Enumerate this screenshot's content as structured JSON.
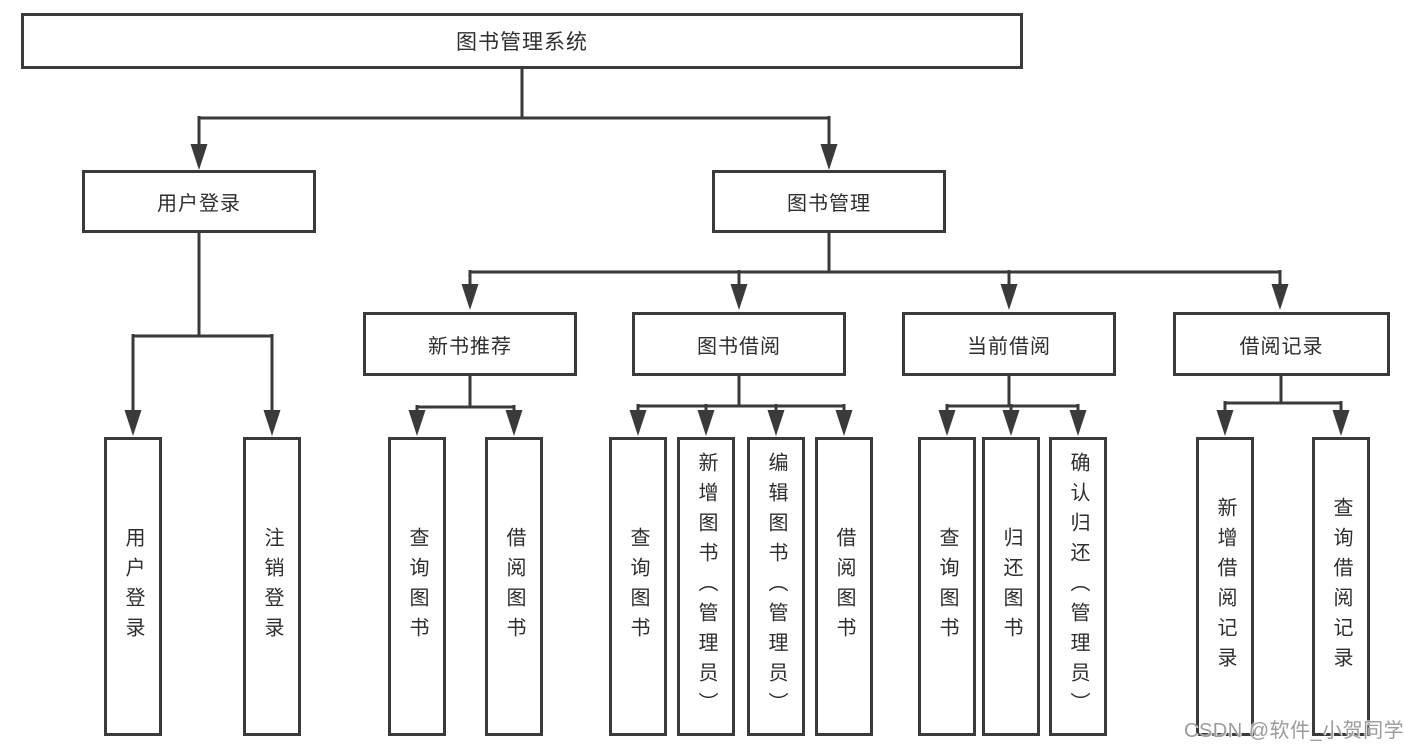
{
  "title": {
    "label": "图书管理系统"
  },
  "branches": {
    "login": {
      "label": "用户登录",
      "children": [
        {
          "label": "用户登录"
        },
        {
          "label": "注销登录"
        }
      ]
    },
    "mgmt": {
      "label": "图书管理",
      "children": [
        {
          "label": "新书推荐",
          "children": [
            {
              "label": "查询图书"
            },
            {
              "label": "借阅图书"
            }
          ]
        },
        {
          "label": "图书借阅",
          "children": [
            {
              "label": "查询图书"
            },
            {
              "label": "新增图书（管理员）"
            },
            {
              "label": "编辑图书（管理员）"
            },
            {
              "label": "借阅图书"
            }
          ]
        },
        {
          "label": "当前借阅",
          "children": [
            {
              "label": "查询图书"
            },
            {
              "label": "归还图书"
            },
            {
              "label": "确认归还（管理员）"
            }
          ]
        },
        {
          "label": "借阅记录",
          "children": [
            {
              "label": "新增借阅记录"
            },
            {
              "label": "查询借阅记录"
            }
          ]
        }
      ]
    }
  },
  "watermark": {
    "text": "CSDN @软件_小贺同学"
  },
  "colors": {
    "line": "#3a3a3a",
    "text": "#2e2e2e",
    "watermark": "#9b9b9b",
    "background": "#ffffff"
  }
}
